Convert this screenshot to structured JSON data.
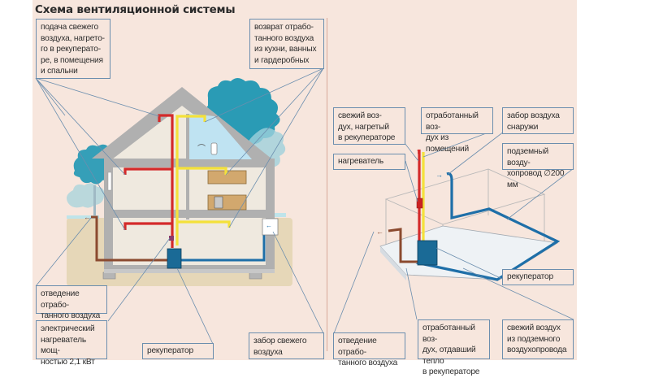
{
  "title": "Схема вентиляционной системы",
  "colors": {
    "background": "#f7e6dd",
    "fresh_heated_air": "#d42a2a",
    "exhaust_air": "#f4e13a",
    "fresh_outside_air": "#1e6fa8",
    "discharged_air": "#8b4a2f",
    "recuperator": "#1a6a96",
    "label_border": "#6b8eae",
    "tree": "#2a9bb5"
  },
  "house_diagram": {
    "labels": {
      "supply_fresh_air": "подача свежего\nвоздуха, нагрето-\nго в рекуперато-\nре, в помещения\nи спальни",
      "return_exhaust_air": "возврат отрабо-\nтанного воздуха\nиз кухни, ванных\nи гардеробных",
      "exhaust_discharge": "отведение отрабо-\nтанного воздуха",
      "electric_heater": "электрический\nнагреватель мощ-\nностью 2,1 кВт",
      "recuperator": "рекуператор",
      "fresh_air_intake": "забор свежего\nвоздуха"
    }
  },
  "underground_diagram": {
    "labels": {
      "fresh_heated_air": "свежий воз-\nдух, нагретый\nв рекуператоре",
      "exhaust_from_rooms": "отработанный воз-\nдух из помещений",
      "outside_air_intake": "забор воздуха\nснаружи",
      "heater": "нагреватель",
      "underground_duct": "подземный возду-\nхопровод ∅200 мм",
      "recuperator": "рекуператор",
      "exhaust_discharge": "отведение отрабо-\nтанного воздуха",
      "exhaust_after_heat_exchange": "отработанный воз-\nдух, отдавший тепло\nв рекуператоре",
      "fresh_from_underground": "свежий воздух\nиз подземного\nвоздухопровода"
    }
  }
}
